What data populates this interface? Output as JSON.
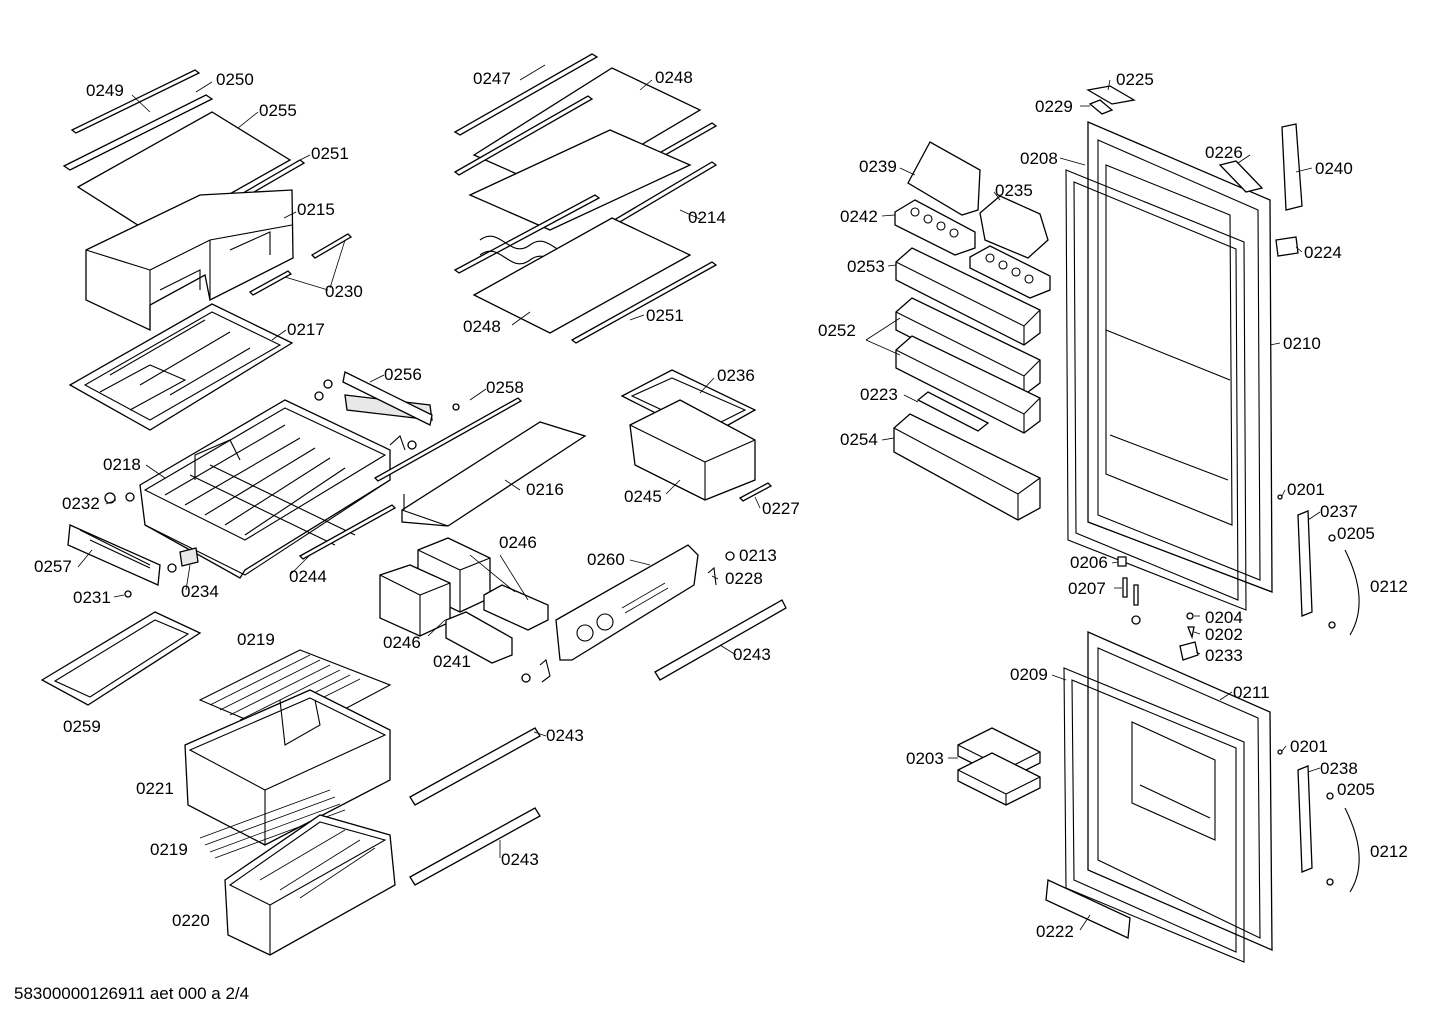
{
  "title": "58300000126911 aet 000 a 2/4",
  "callouts": [
    {
      "id": "c0249",
      "label": "0249"
    },
    {
      "id": "c0250",
      "label": "0250"
    },
    {
      "id": "c0255",
      "label": "0255"
    },
    {
      "id": "c0251a",
      "label": "0251"
    },
    {
      "id": "c0215",
      "label": "0215"
    },
    {
      "id": "c0230",
      "label": "0230"
    },
    {
      "id": "c0217",
      "label": "0217"
    },
    {
      "id": "c0256",
      "label": "0256"
    },
    {
      "id": "c0258",
      "label": "0258"
    },
    {
      "id": "c0218",
      "label": "0218"
    },
    {
      "id": "c0216",
      "label": "0216"
    },
    {
      "id": "c0232",
      "label": "0232"
    },
    {
      "id": "c0257",
      "label": "0257"
    },
    {
      "id": "c0234",
      "label": "0234"
    },
    {
      "id": "c0231",
      "label": "0231"
    },
    {
      "id": "c0244",
      "label": "0244"
    },
    {
      "id": "c0259",
      "label": "0259"
    },
    {
      "id": "c0219a",
      "label": "0219"
    },
    {
      "id": "c0221",
      "label": "0221"
    },
    {
      "id": "c0219b",
      "label": "0219"
    },
    {
      "id": "c0220",
      "label": "0220"
    },
    {
      "id": "c0247",
      "label": "0247"
    },
    {
      "id": "c0248a",
      "label": "0248"
    },
    {
      "id": "c0214",
      "label": "0214"
    },
    {
      "id": "c0248b",
      "label": "0248"
    },
    {
      "id": "c0251b",
      "label": "0251"
    },
    {
      "id": "c0236",
      "label": "0236"
    },
    {
      "id": "c0245",
      "label": "0245"
    },
    {
      "id": "c0227",
      "label": "0227"
    },
    {
      "id": "c0246a",
      "label": "0246"
    },
    {
      "id": "c0246b",
      "label": "0246"
    },
    {
      "id": "c0241",
      "label": "0241"
    },
    {
      "id": "c0260",
      "label": "0260"
    },
    {
      "id": "c0213",
      "label": "0213"
    },
    {
      "id": "c0228",
      "label": "0228"
    },
    {
      "id": "c0243a",
      "label": "0243"
    },
    {
      "id": "c0243b",
      "label": "0243"
    },
    {
      "id": "c0243c",
      "label": "0243"
    },
    {
      "id": "c0225",
      "label": "0225"
    },
    {
      "id": "c0229",
      "label": "0229"
    },
    {
      "id": "c0226",
      "label": "0226"
    },
    {
      "id": "c0240",
      "label": "0240"
    },
    {
      "id": "c0239",
      "label": "0239"
    },
    {
      "id": "c0208",
      "label": "0208"
    },
    {
      "id": "c0235",
      "label": "0235"
    },
    {
      "id": "c0242",
      "label": "0242"
    },
    {
      "id": "c0224",
      "label": "0224"
    },
    {
      "id": "c0253",
      "label": "0253"
    },
    {
      "id": "c0252",
      "label": "0252"
    },
    {
      "id": "c0210",
      "label": "0210"
    },
    {
      "id": "c0223",
      "label": "0223"
    },
    {
      "id": "c0254",
      "label": "0254"
    },
    {
      "id": "c0201a",
      "label": "0201"
    },
    {
      "id": "c0237",
      "label": "0237"
    },
    {
      "id": "c0205a",
      "label": "0205"
    },
    {
      "id": "c0206",
      "label": "0206"
    },
    {
      "id": "c0212a",
      "label": "0212"
    },
    {
      "id": "c0207",
      "label": "0207"
    },
    {
      "id": "c0204",
      "label": "0204"
    },
    {
      "id": "c0202",
      "label": "0202"
    },
    {
      "id": "c0233",
      "label": "0233"
    },
    {
      "id": "c0209",
      "label": "0209"
    },
    {
      "id": "c0211",
      "label": "0211"
    },
    {
      "id": "c0201b",
      "label": "0201"
    },
    {
      "id": "c0203",
      "label": "0203"
    },
    {
      "id": "c0238",
      "label": "0238"
    },
    {
      "id": "c0205b",
      "label": "0205"
    },
    {
      "id": "c0212b",
      "label": "0212"
    },
    {
      "id": "c0222",
      "label": "0222"
    }
  ]
}
